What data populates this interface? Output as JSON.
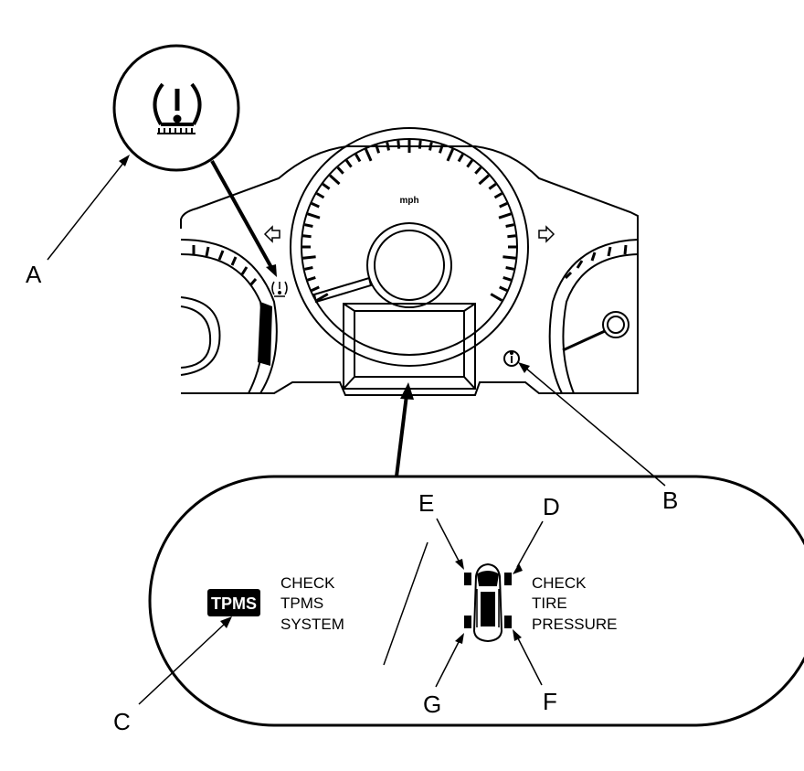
{
  "callouts": {
    "a": "A",
    "b": "B",
    "c": "C",
    "d": "D",
    "e": "E",
    "f": "F",
    "g": "G"
  },
  "cluster": {
    "speed_unit": "mph"
  },
  "display": {
    "tpms_badge": "TPMS",
    "system_message": [
      "CHECK",
      "TPMS",
      "SYSTEM"
    ],
    "tire_message": [
      "CHECK",
      "TIRE",
      "PRESSURE"
    ]
  },
  "icons": {
    "tpms_warning": "tpms-warning-icon",
    "info": "info-icon",
    "turn_left": "turn-signal-left-icon",
    "turn_right": "turn-signal-right-icon",
    "vehicle": "vehicle-top-view-icon"
  },
  "colors": {
    "line": "#000000",
    "background": "#ffffff",
    "badge_fill": "#000000",
    "badge_text": "#ffffff"
  }
}
